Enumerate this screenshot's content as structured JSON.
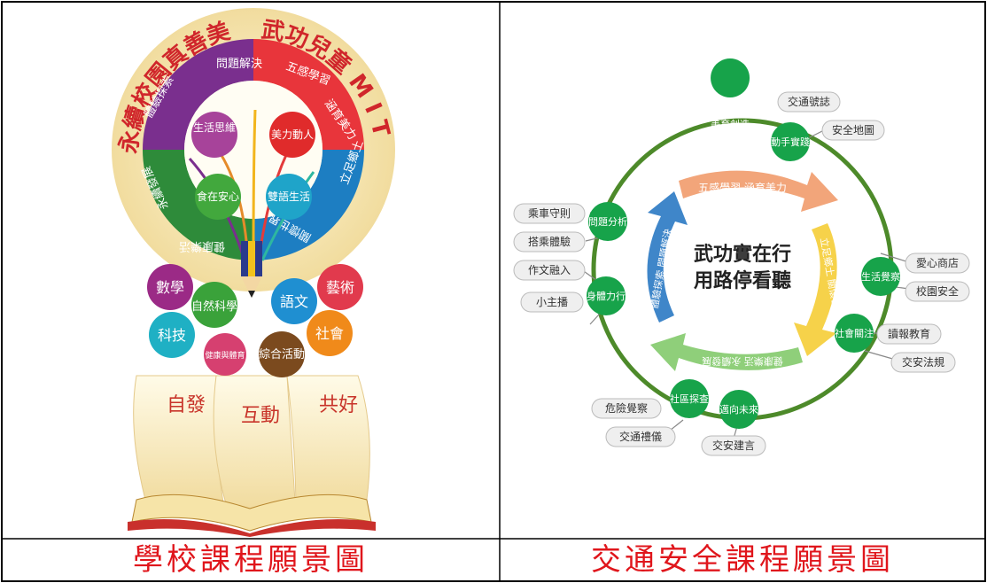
{
  "captions": {
    "left": "學校課程願景圖",
    "right": "交通安全課程願景圖"
  },
  "school_vision": {
    "ring_top_left": "永續校園真善美",
    "ring_top_right": "武功兒童 M I T",
    "inner_top": "問題解決",
    "inner_left": "體驗探索",
    "inner_right_top": "五感學習",
    "inner_right_mid": "涵育美力",
    "inner_right": "立足鄉土",
    "inner_bottom_right": "關懷世界",
    "inner_bottom_left": "永續發展",
    "inner_bottom": "健康樂活",
    "bubbles": {
      "life": "生活思維",
      "beauty": "美力動人",
      "food": "食在安心",
      "bilingual": "雙語生活"
    },
    "subjects": {
      "math": "數學",
      "science": "自然科學",
      "language": "語文",
      "arts": "藝術",
      "tech": "科技",
      "health": "健康與體育",
      "integrated": "綜合活動",
      "social": "社會"
    },
    "pages": {
      "left": "自發",
      "middle": "互動",
      "right": "共好"
    }
  },
  "traffic_vision": {
    "center_line1": "武功實在行",
    "center_line2": "用路停看聽",
    "arrows": {
      "top": "五感學習 涵育美力",
      "right": "立足鄉土 關懷世界",
      "bottom": "健康樂活 永續發展",
      "left": "體驗探索 問題解決"
    },
    "nodes": {
      "beauty": "美育創造",
      "hands": "動手實踐",
      "life": "生活覺察",
      "social": "社會關注",
      "future": "邁向未來",
      "community": "社區探查",
      "body": "身體力行",
      "problem": "問題分析"
    },
    "labels": {
      "signs": "交通號誌",
      "map": "安全地圖",
      "shop": "愛心商店",
      "campus": "校園安全",
      "reading": "讀報教育",
      "rules": "交安法規",
      "advice": "交安建言",
      "etiquette": "交通禮儀",
      "danger": "危險覺察",
      "ride_rules": "乘車守則",
      "ride_exp": "搭乘體驗",
      "writing": "作文融入",
      "anchor": "小主播"
    }
  },
  "colors": {
    "caption": "#e0161c",
    "ring_red": "#e8353b",
    "ring_blue": "#1d7ec2",
    "ring_green": "#2e8b3a",
    "ring_purple": "#7a2f8e",
    "node_green": "#17a34a",
    "circle_green": "#4d8a2a"
  }
}
